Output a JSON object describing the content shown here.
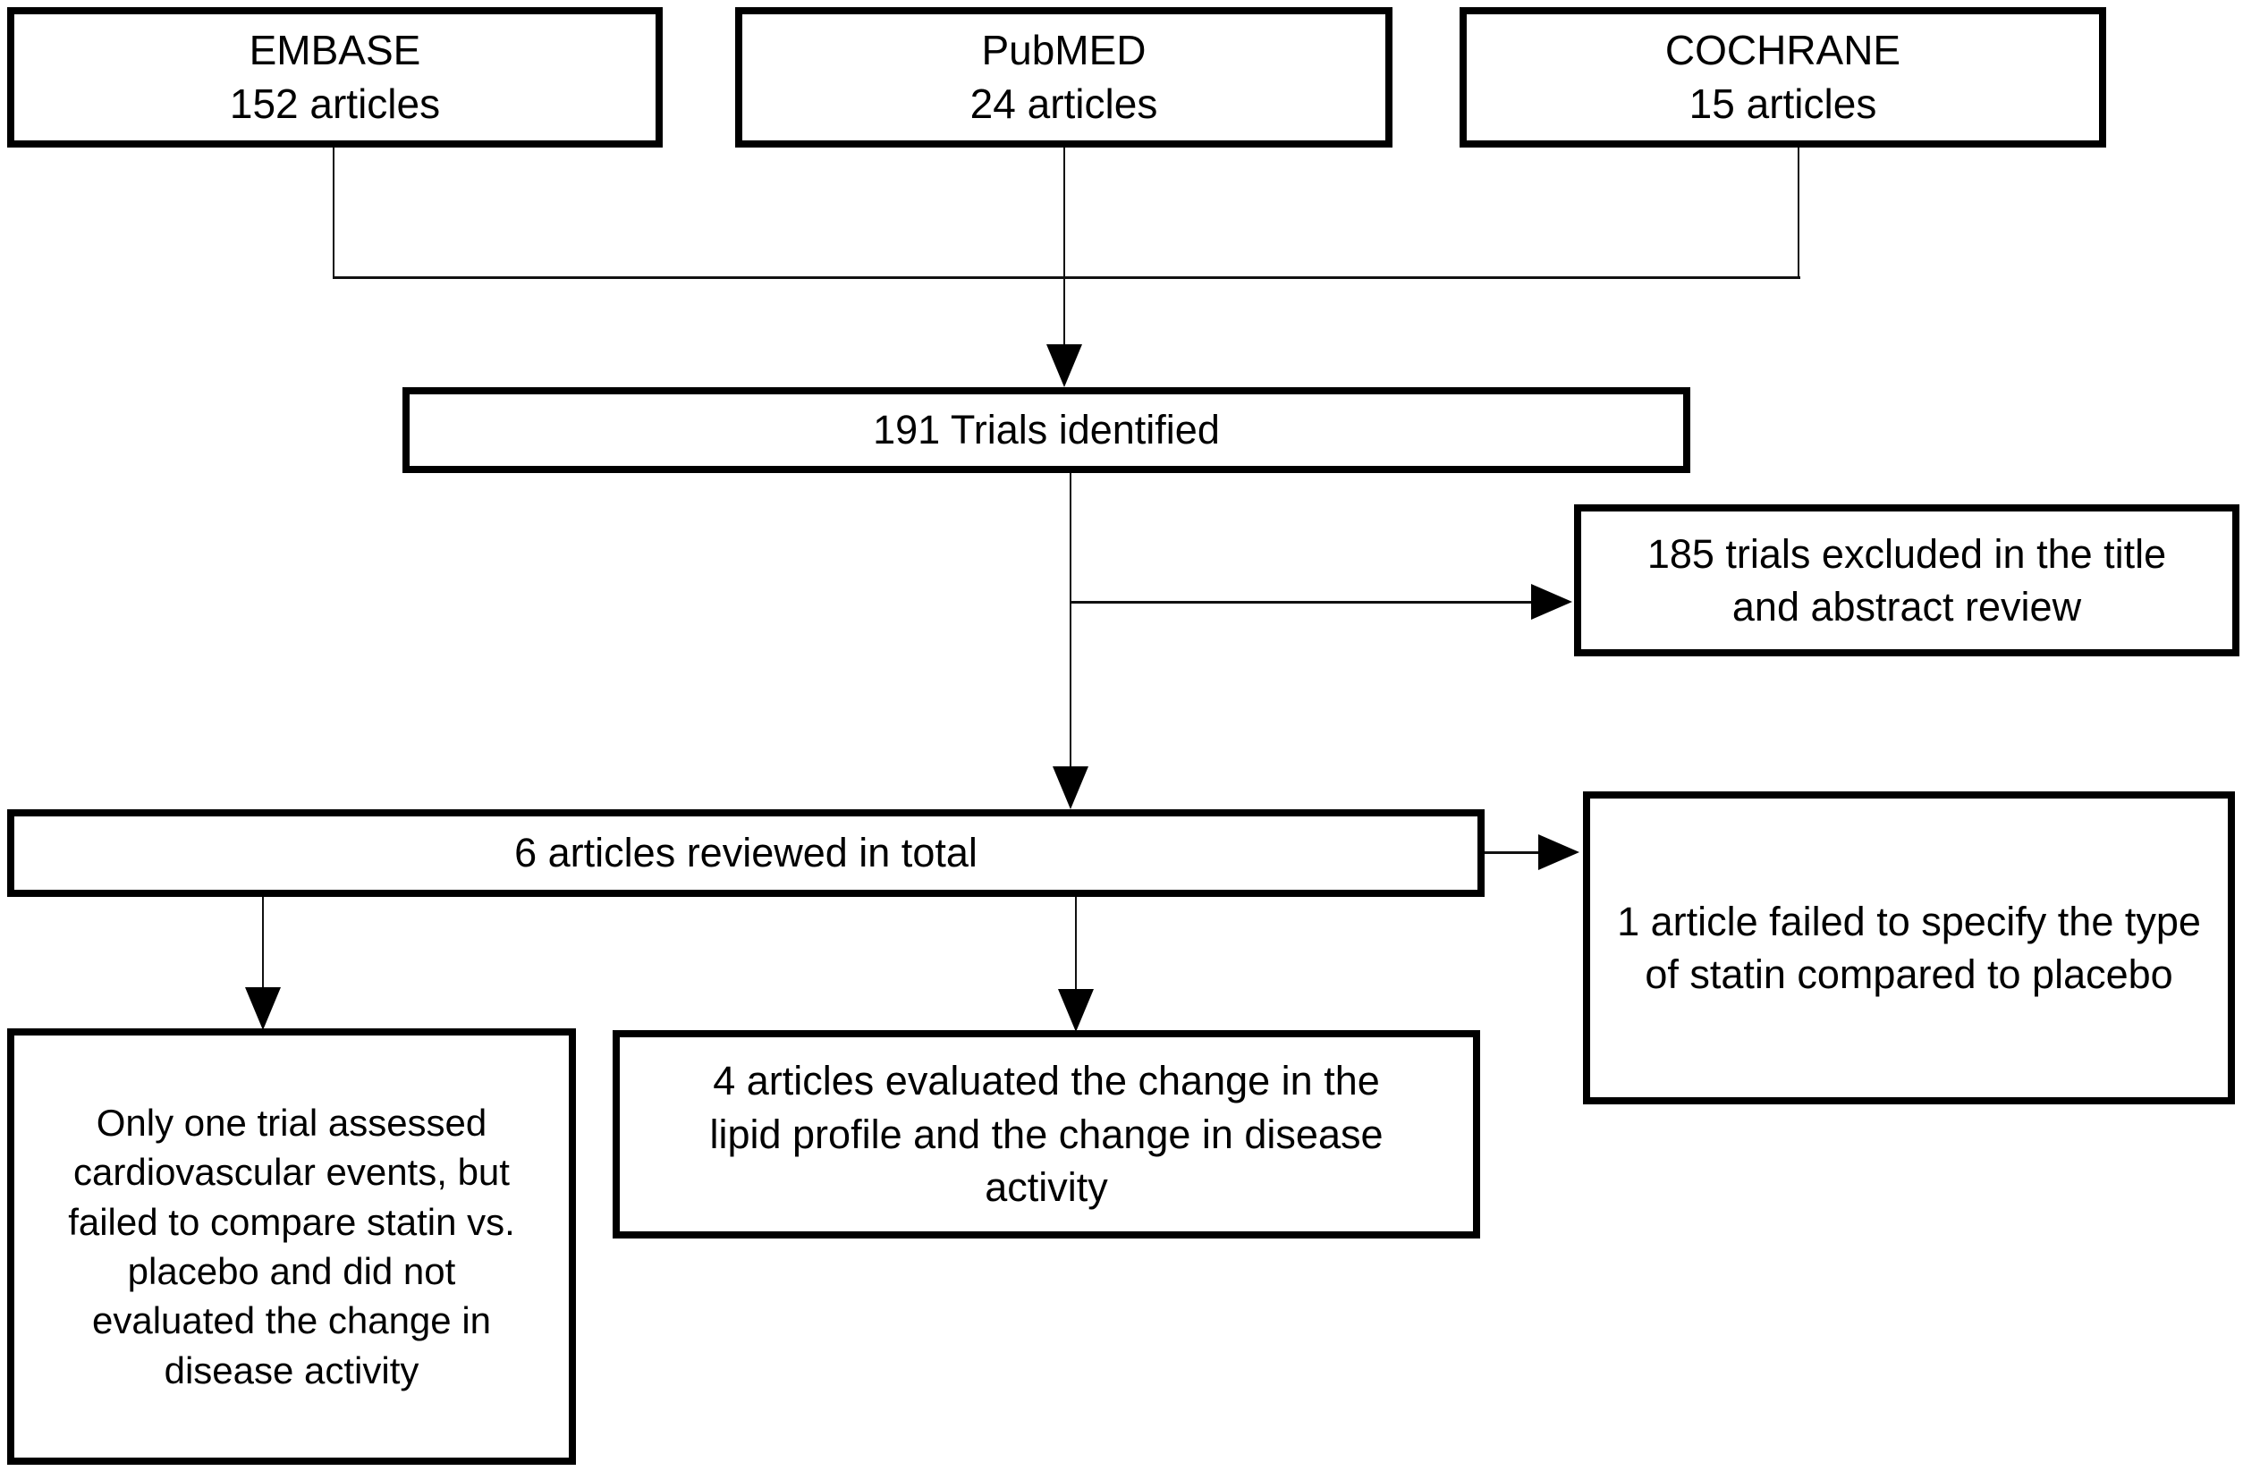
{
  "diagram": {
    "sources": [
      {
        "name": "EMBASE",
        "count": "152 articles"
      },
      {
        "name": "PubMED",
        "count": "24 articles"
      },
      {
        "name": "COCHRANE",
        "count": "15 articles"
      }
    ],
    "trials_identified": "191 Trials identified",
    "excluded_title_abstract": "185 trials excluded  in the title and abstract review",
    "articles_reviewed": "6 articles reviewed in total",
    "failed_to_specify": "1 article failed to specify the type of statin compared to placebo",
    "cardiovascular_note": "Only one trial assessed cardiovascular events, but failed to compare statin vs. placebo and did not evaluated the change in disease activity",
    "lipid_profile_note": "4 articles evaluated the change in the lipid profile and the change in disease activity",
    "colors": {
      "box_border": "#000000",
      "box_fill": "#ffffff",
      "line": "#111111"
    }
  }
}
